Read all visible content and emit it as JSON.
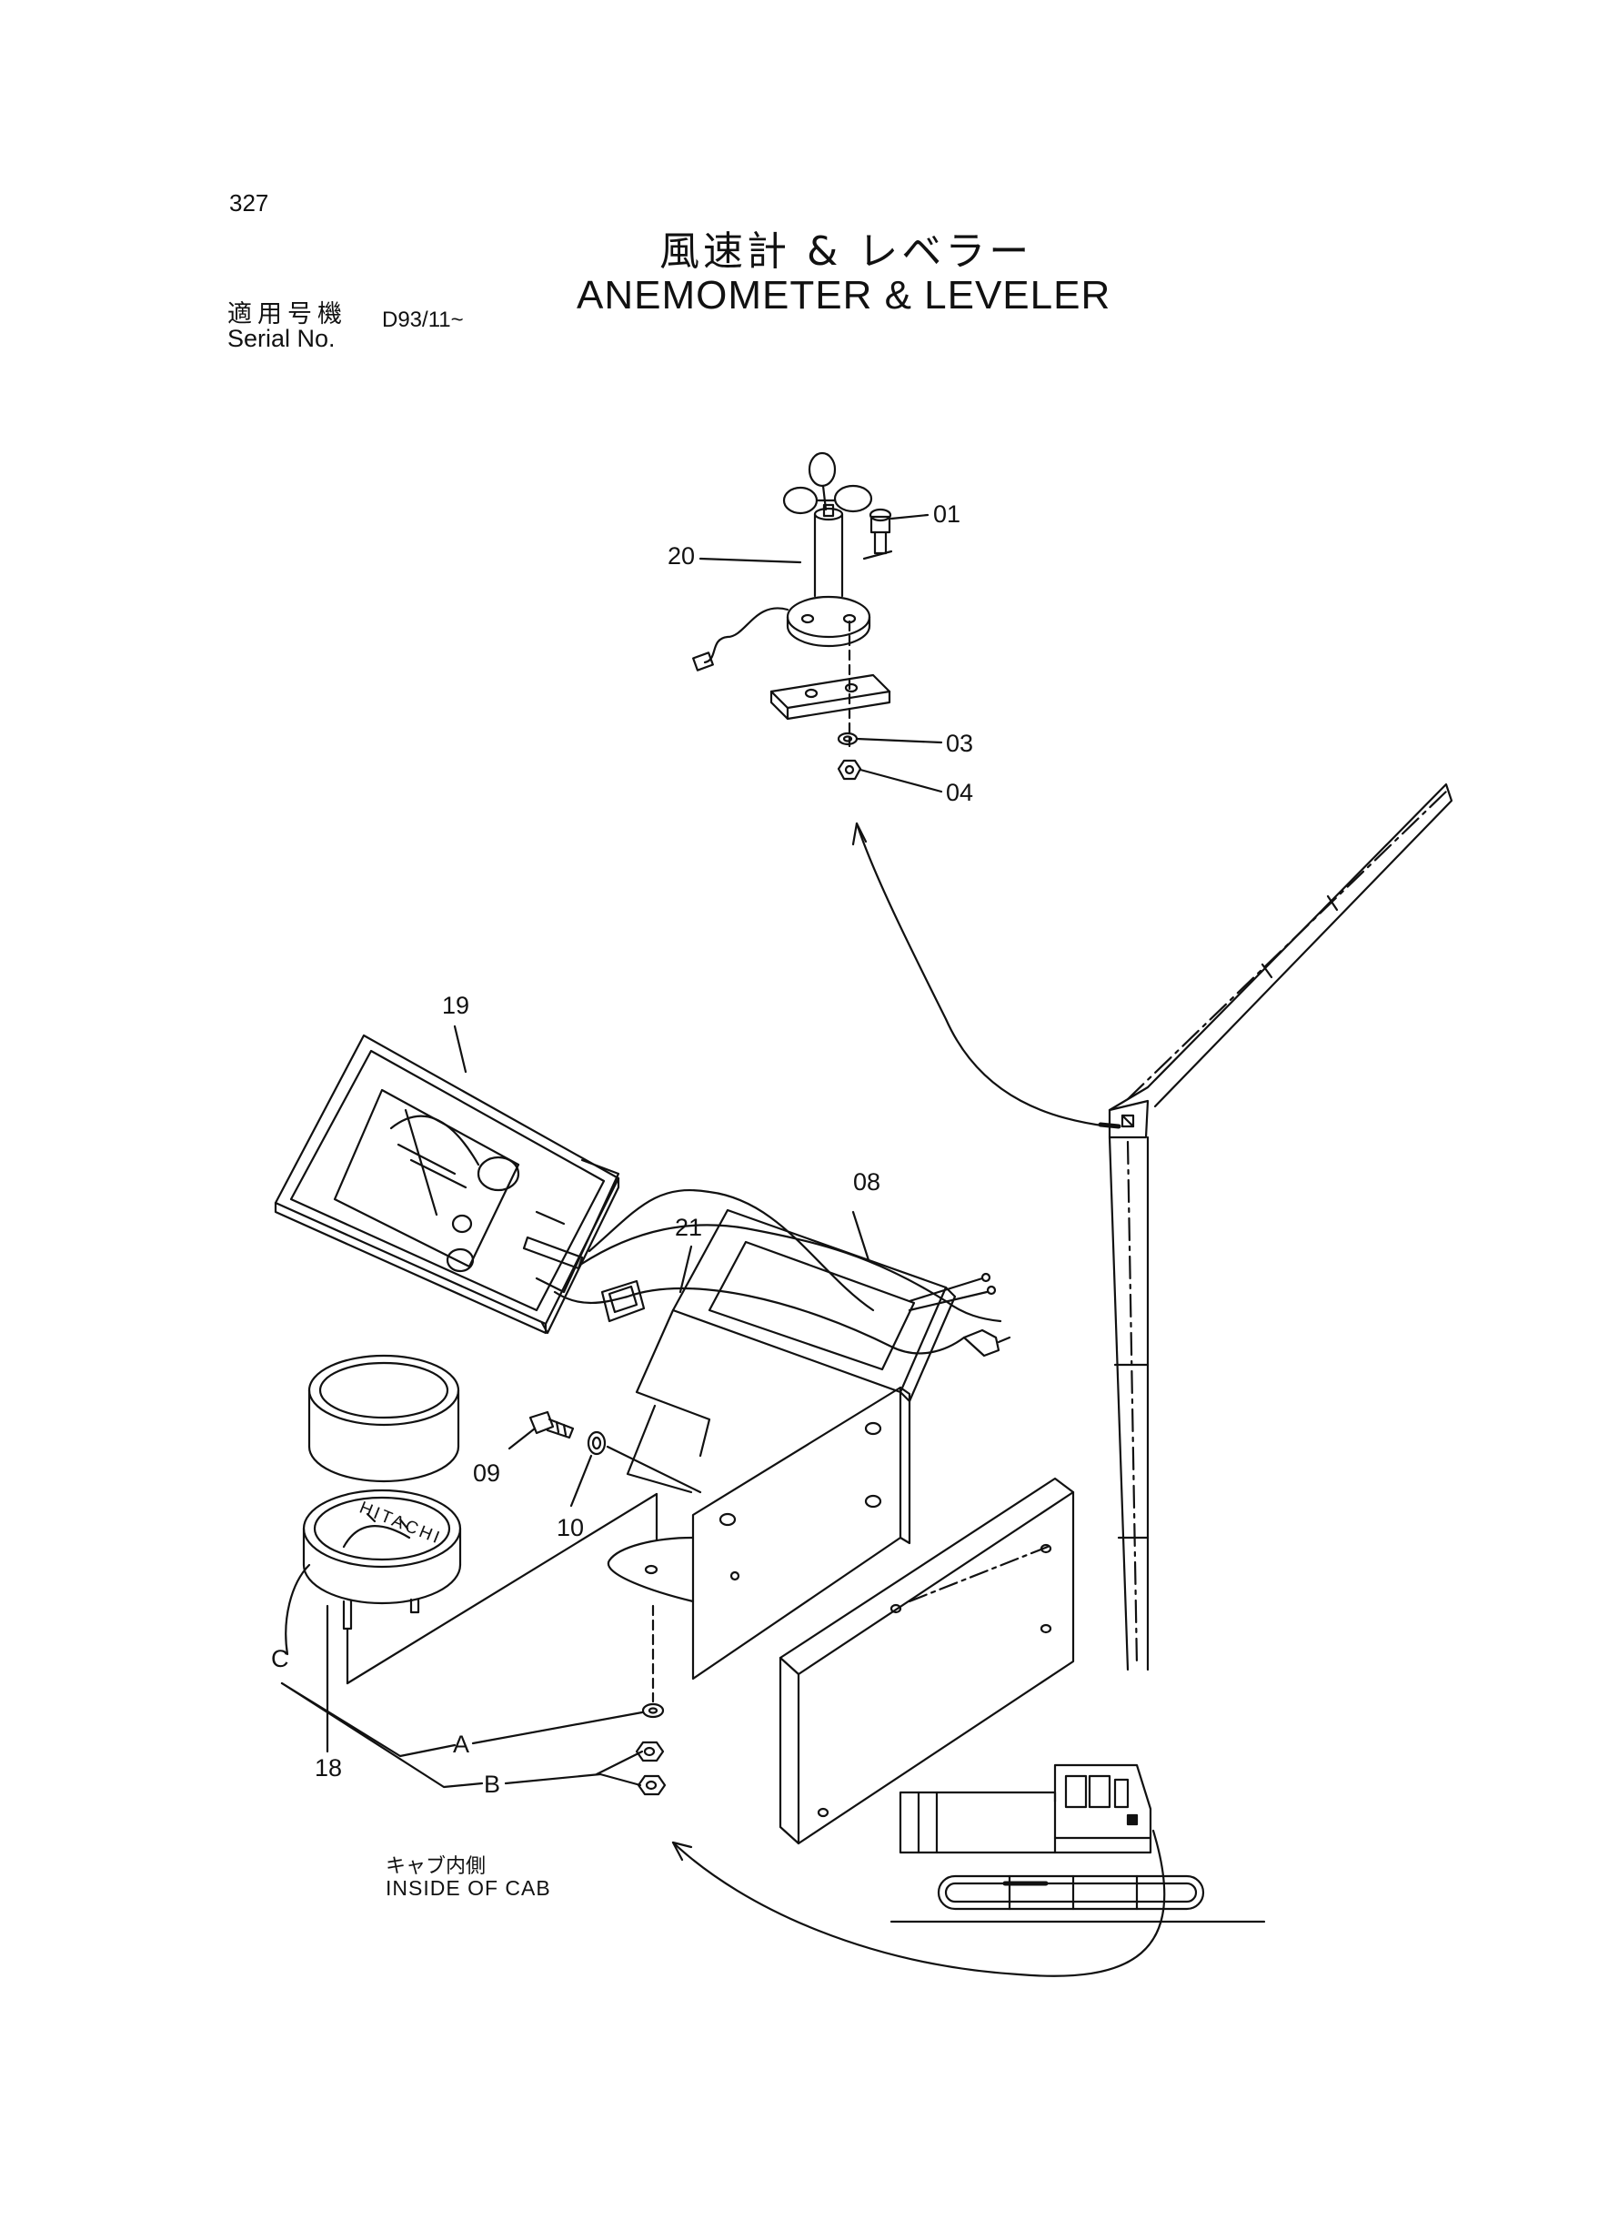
{
  "header": {
    "page_number": "327",
    "title_jp": "風速計 & レベラー",
    "title_en": "ANEMOMETER & LEVELER",
    "serial_label_jp": "適用号機",
    "serial_label_en": "Serial No.",
    "serial_value": "D93/11~"
  },
  "callouts": {
    "p01": "01",
    "p03": "03",
    "p04": "04",
    "p08": "08",
    "p09": "09",
    "p10": "10",
    "p18": "18",
    "p19": "19",
    "p20": "20",
    "p21": "21",
    "pA": "A",
    "pB": "B",
    "pC": "C"
  },
  "gauge_brand": "HITACHI",
  "cab_label": {
    "jp": "キャブ内側",
    "en": "INSIDE OF CAB"
  }
}
